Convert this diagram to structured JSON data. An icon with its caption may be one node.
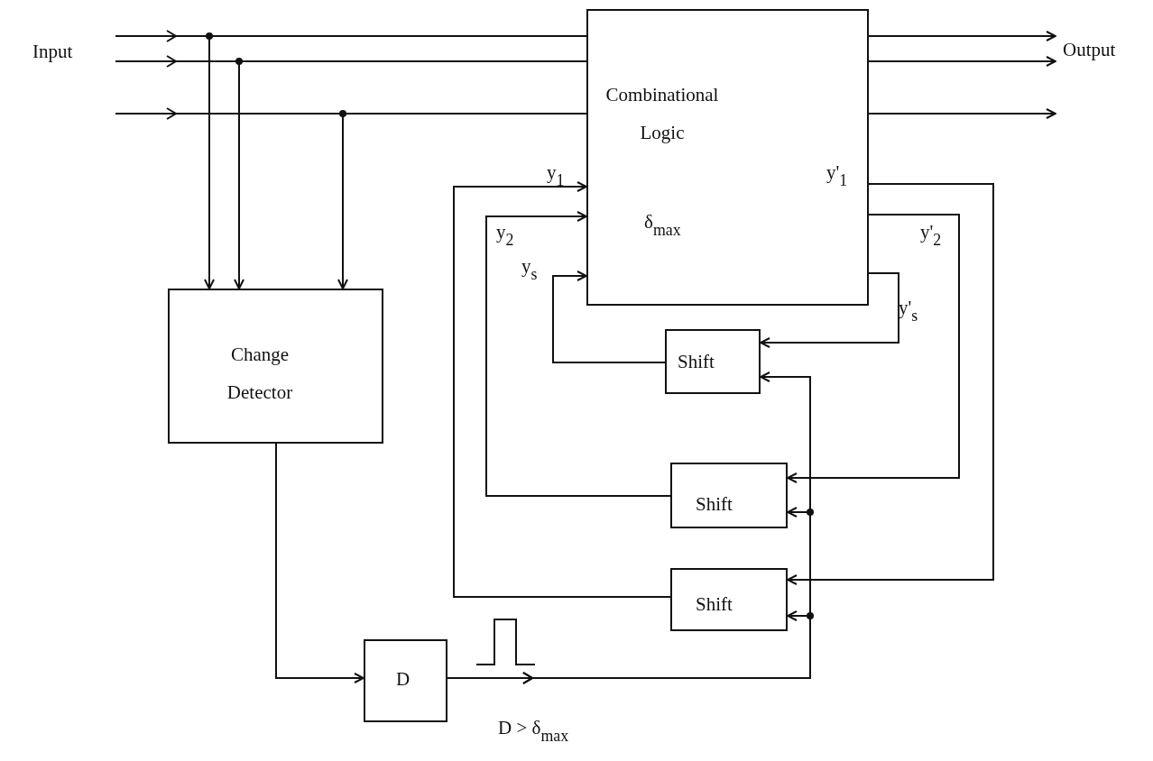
{
  "diagram": {
    "nodes": [
      {
        "text": [
          "Input"
        ]
      },
      {
        "text": [
          "Combinational Logic",
          "δ$_{max}$"
        ]
      },
      {
        "text": [
          "Output"
        ]
      },
      {
        "text": [
          "Change Detector"
        ]
      },
      {
        "text": [
          "Shift"
        ]
      },
      {
        "text": [
          "Shift"
        ]
      },
      {
        "text": [
          "Shift"
        ]
      },
      {
        "text": [
          "D"
        ]
      }
    ],
    "edges": [
      {
        "from": 0,
        "to": 1,
        "arrow": "to"
      },
      {
        "from": 0,
        "to": 1,
        "arrow": "to"
      },
      {
        "from": 0,
        "to": 1,
        "arrow": "to"
      },
      {
        "from": 0,
        "to": 3,
        "arrow": "to"
      },
      {
        "from": 0,
        "to": 3,
        "arrow": "to"
      },
      {
        "from": 0,
        "to": 3,
        "arrow": "to"
      },
      {
        "from": 1,
        "to": 2,
        "arrow": "to"
      },
      {
        "from": 1,
        "to": 2,
        "arrow": "to"
      },
      {
        "from": 1,
        "to": null,
        "arrow": "to"
      },
      {
        "from": 1,
        "to": 4,
        "arrow": "to"
      },
      {
        "from": 4,
        "to": 1,
        "arrow": "to"
      },
      {
        "from": 1,
        "to": 5,
        "arrow": "to"
      },
      {
        "from": 5,
        "to": 1,
        "arrow": "to"
      },
      {
        "from": 1,
        "to": 6,
        "arrow": "to"
      },
      {
        "from": 6,
        "to": 1,
        "arrow": "to"
      },
      {
        "from": 3,
        "to": 7,
        "arrow": "to"
      },
      {
        "from": 7,
        "to": 4,
        "arrow": "to"
      },
      {
        "from": 7,
        "to": 5,
        "arrow": "to"
      },
      {
        "from": 7,
        "to": 6,
        "arrow": "to"
      }
    ],
    "labels": [
      "y$_{1}$",
      "y'$_{1}$",
      "y$_{2}$",
      "y'$_{2}$",
      "y$_{s}$",
      "y'$_{s}$",
      "D > δ$_{max}$"
    ]
  }
}
